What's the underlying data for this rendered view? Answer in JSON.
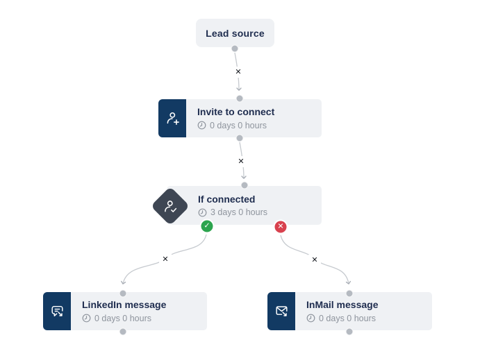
{
  "colors": {
    "accent_navy": "#123a63",
    "diamond_slate": "#3e4653",
    "node_bg": "#eff1f4",
    "title_navy": "#1e2c4e",
    "muted_gray": "#8e949d",
    "handle_gray": "#b5bac1",
    "edge_gray": "#c6cacf",
    "success_green": "#2ca44e",
    "error_red": "#d8414e"
  },
  "nodes": {
    "lead": {
      "title": "Lead source"
    },
    "invite": {
      "title": "Invite to connect",
      "delay": "0 days 0 hours",
      "icon": "person-plus-icon"
    },
    "condition": {
      "title": "If connected",
      "delay": "3 days 0 hours",
      "icon": "person-check-icon",
      "yes_glyph": "✓",
      "no_glyph": "✕"
    },
    "linkedin": {
      "title": "LinkedIn message",
      "delay": "0 days 0 hours",
      "icon": "chat-arrow-icon"
    },
    "inmail": {
      "title": "InMail message",
      "delay": "0 days 0 hours",
      "icon": "envelope-arrow-icon"
    }
  },
  "connectors": {
    "delete_glyph": "✕"
  }
}
